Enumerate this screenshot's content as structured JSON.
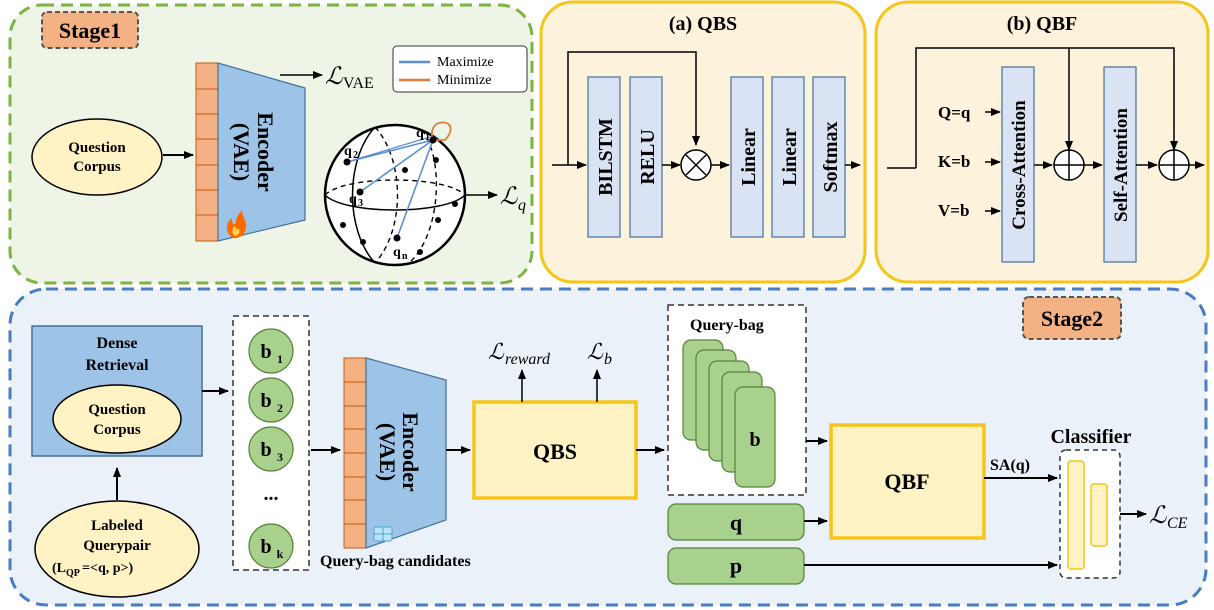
{
  "stage1": {
    "tag": "Stage1",
    "corpus_line1": "Question",
    "corpus_line2": "Corpus",
    "encoder_label": "Encoder",
    "encoder_sub": "(VAE)",
    "loss_vae_sym": "ℒ",
    "loss_vae_sub": "VAE",
    "loss_q_sym": "ℒ",
    "loss_q_sub": "q",
    "legend": {
      "maximize": "Maximize",
      "minimize": "Minimize",
      "maximize_color": "#5b8fd1",
      "minimize_color": "#e07b39"
    },
    "sphere_points": {
      "q1": "q",
      "q1_sub": "1",
      "q2": "q",
      "q2_sub": "2",
      "q3": "q",
      "q3_sub": "3",
      "qn": "q",
      "qn_sub": "n"
    },
    "fire_icon": "fire-icon"
  },
  "qbs_panel": {
    "title": "(a) QBS",
    "blocks": [
      "BILSTM",
      "RELU",
      "Linear",
      "Linear",
      "Softmax"
    ],
    "op": "multiply-icon"
  },
  "qbf_panel": {
    "title": "(b) QBF",
    "inputs": [
      "Q=q",
      "K=b",
      "V=b"
    ],
    "blocks": [
      "Cross-Attention",
      "Self-Attention"
    ],
    "op": "add-icon"
  },
  "stage2": {
    "tag": "Stage2",
    "dense_retrieval": [
      "Dense",
      "Retrieval"
    ],
    "corpus_line1": "Question",
    "corpus_line2": "Corpus",
    "labeled": [
      "Labeled",
      "Querypair"
    ],
    "labeled_formula": "(L",
    "labeled_formula_sub": "QP",
    "labeled_formula_rest": "=<q, p>)",
    "candidates": [
      {
        "b": "b",
        "sub": "1"
      },
      {
        "b": "b",
        "sub": "2"
      },
      {
        "b": "b",
        "sub": "3"
      },
      {
        "b": "...",
        "sub": ""
      },
      {
        "b": "b",
        "sub": "k"
      }
    ],
    "candidates_caption": "Query-bag candidates",
    "encoder_label": "Encoder",
    "encoder_sub": "(VAE)",
    "qbs_label": "QBS",
    "loss_reward_sym": "ℒ",
    "loss_reward_sub": "reward",
    "loss_b_sym": "ℒ",
    "loss_b_sub": "b",
    "query_bag_title": "Query-bag",
    "query_bag_item": "b",
    "q_label": "q",
    "p_label": "p",
    "qbf_label": "QBF",
    "sa_label": "SA(q)",
    "classifier_title": "Classifier",
    "loss_ce_sym": "ℒ",
    "loss_ce_sub": "CE",
    "frozen_icon": "ice-icon"
  },
  "colors": {
    "stage1_border": "#7cb342",
    "stage1_bg": "#eef5e6",
    "panel_border": "#f5c518",
    "panel_bg": "#fdf3dd",
    "stage2_border": "#4a7cc4",
    "stage2_bg": "#eaf1f9",
    "encoder_fill": "#9dc3e6",
    "brick_fill": "#f4b183",
    "ellipse_fill": "#fff2c4",
    "green_fill": "#a9d18e",
    "block_fill": "#dae3f3",
    "tag_fill": "#f4b183"
  }
}
